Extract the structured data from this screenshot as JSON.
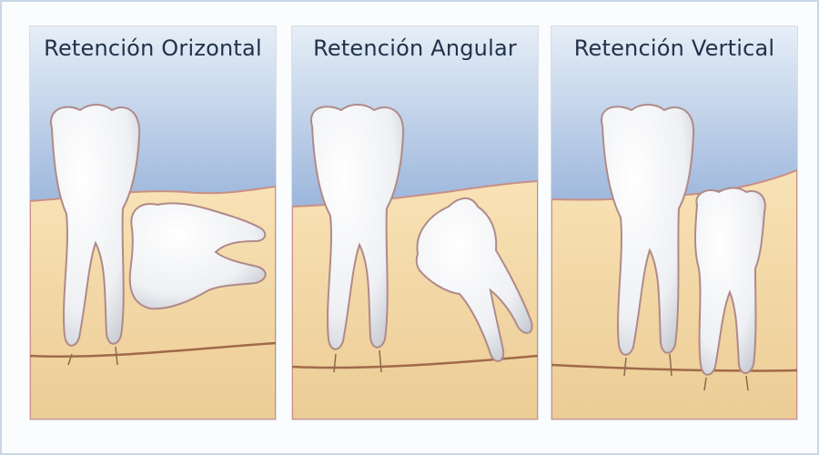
{
  "panels": [
    {
      "id": "horizontal",
      "title": "Retención Orizontal",
      "icon": "tooth-horizontal-impaction-illustration"
    },
    {
      "id": "angular",
      "title": "Retención Angular",
      "icon": "tooth-angular-impaction-illustration"
    },
    {
      "id": "vertical",
      "title": "Retención Vertical",
      "icon": "tooth-vertical-impaction-illustration"
    }
  ],
  "colors": {
    "sky_top": "#dde8f3",
    "sky_bottom": "#3f63a8",
    "bone_light": "#f8dfae",
    "bone_dark": "#edc88e",
    "gum_line": "#c98f86",
    "canal_line": "#a06a4a",
    "tooth_outline": "#b08a8a",
    "title_text": "#22324a"
  }
}
